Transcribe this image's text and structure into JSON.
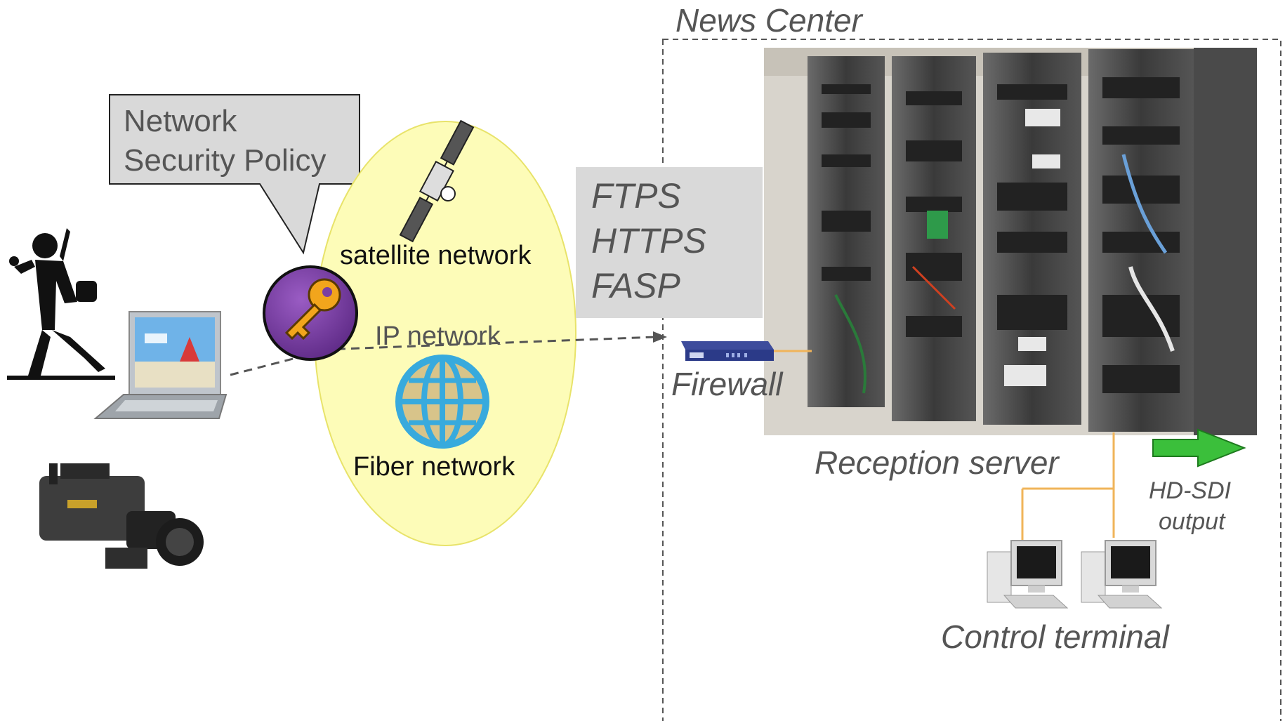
{
  "news_center": {
    "title": "News Center"
  },
  "callout": {
    "line1": "Network",
    "line2": "Security Policy"
  },
  "networks": {
    "satellite": "satellite network",
    "ip": "IP network",
    "fiber": "Fiber network"
  },
  "protocols": [
    "FTPS",
    "HTTPS",
    "FASP"
  ],
  "labels": {
    "firewall": "Firewall",
    "reception_server": "Reception server",
    "hd_sdi_line1": "HD-SDI",
    "hd_sdi_line2": "output",
    "control_terminal": "Control terminal"
  },
  "icons": {
    "reporter": "reporter-icon",
    "laptop": "laptop-icon",
    "camera": "video-camera-icon",
    "satellite": "satellite-icon",
    "globe": "globe-icon",
    "key": "key-icon",
    "firewall": "firewall-device-icon",
    "server": "server-rack-icon",
    "terminal": "computer-terminal-icon",
    "arrow": "output-arrow-icon"
  },
  "colors": {
    "ellipse_fill": "#fdfcb8",
    "ellipse_stroke": "#e8e36a",
    "callout_fill": "#d9d9d9",
    "key_badge": "#7b3fa1",
    "connector": "#f0b45a",
    "arrow": "#3bbf3b",
    "text": "#555555"
  }
}
